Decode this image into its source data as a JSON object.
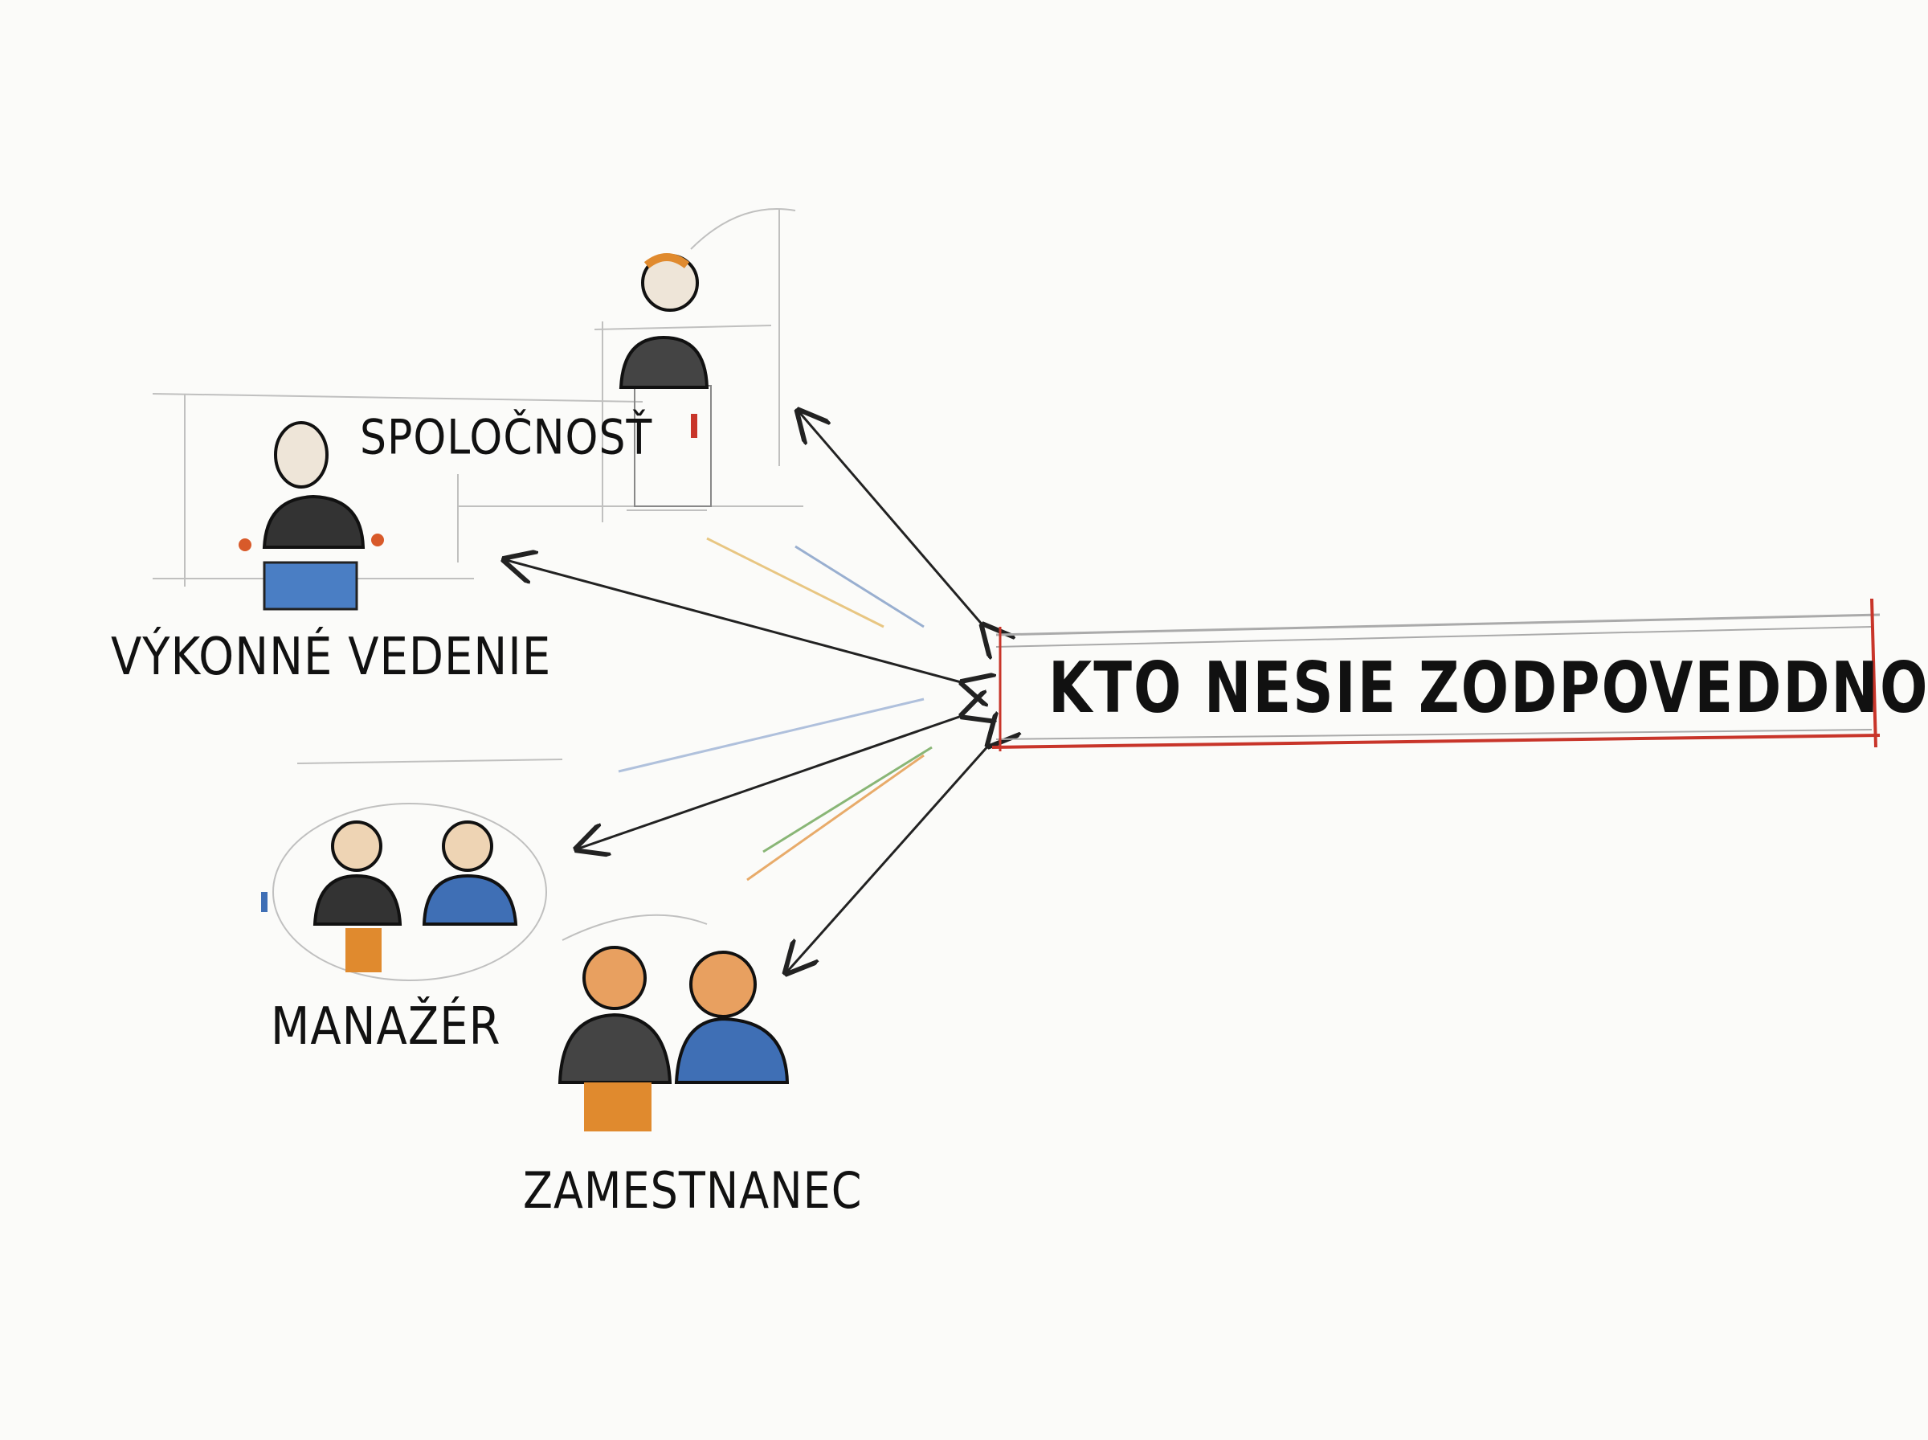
{
  "title": "KTO NESIE ZODPOVEDDNOSŤ",
  "labels": {
    "company": "SPOLOČNOSŤ",
    "executive": "VÝKONNÉ VEDENIE",
    "manager": "MANAŽÉR",
    "employee": "ZAMESTNANEC"
  },
  "colors": {
    "accent": "#c8352a",
    "orange": "#e08a2e",
    "blue": "#3f6fb5",
    "ink": "#222222"
  }
}
